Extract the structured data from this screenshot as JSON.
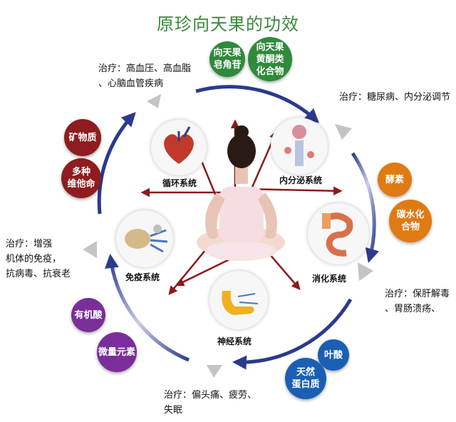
{
  "title": "原珍向天果的功效",
  "treatments": {
    "top_left": "治疗：高血压、高血脂\n、心脑血管疾病",
    "top_right": "治疗：糖尿病、内分泌调节",
    "left": "治疗：增强\n机体的免疫，\n抗病毒、抗衰老",
    "right": "治疗：保肝解毒\n、胃肠溃疡、",
    "bottom": "治疗：偏头痛、疲劳、\n失眠"
  },
  "components": [
    {
      "label": "向天果\n皂角苷",
      "color": "#2f8a3a"
    },
    {
      "label": "向天果\n黄酮类\n化合物",
      "color": "#2f8a3a"
    },
    {
      "label": "矿物质",
      "color": "#8e1c20"
    },
    {
      "label": "多种\n维他命",
      "color": "#8e1c20"
    },
    {
      "label": "酵素",
      "color": "#e07a12"
    },
    {
      "label": "碳水化\n合物",
      "color": "#e07a12"
    },
    {
      "label": "有机酸",
      "color": "#7a2e9a"
    },
    {
      "label": "微量元素",
      "color": "#7a2e9a"
    },
    {
      "label": "叶酸",
      "color": "#1a5fb4"
    },
    {
      "label": "天然\n蛋白质",
      "color": "#1a5fb4"
    }
  ],
  "systems": [
    {
      "label": "循环系统"
    },
    {
      "label": "内分泌系统"
    },
    {
      "label": "免疫系统"
    },
    {
      "label": "消化系统"
    },
    {
      "label": "神经系统"
    }
  ],
  "colors": {
    "title": "#3a8a3a",
    "arrow_dark": "#2b3a8c",
    "star_arrow": "#8b1a1a"
  }
}
